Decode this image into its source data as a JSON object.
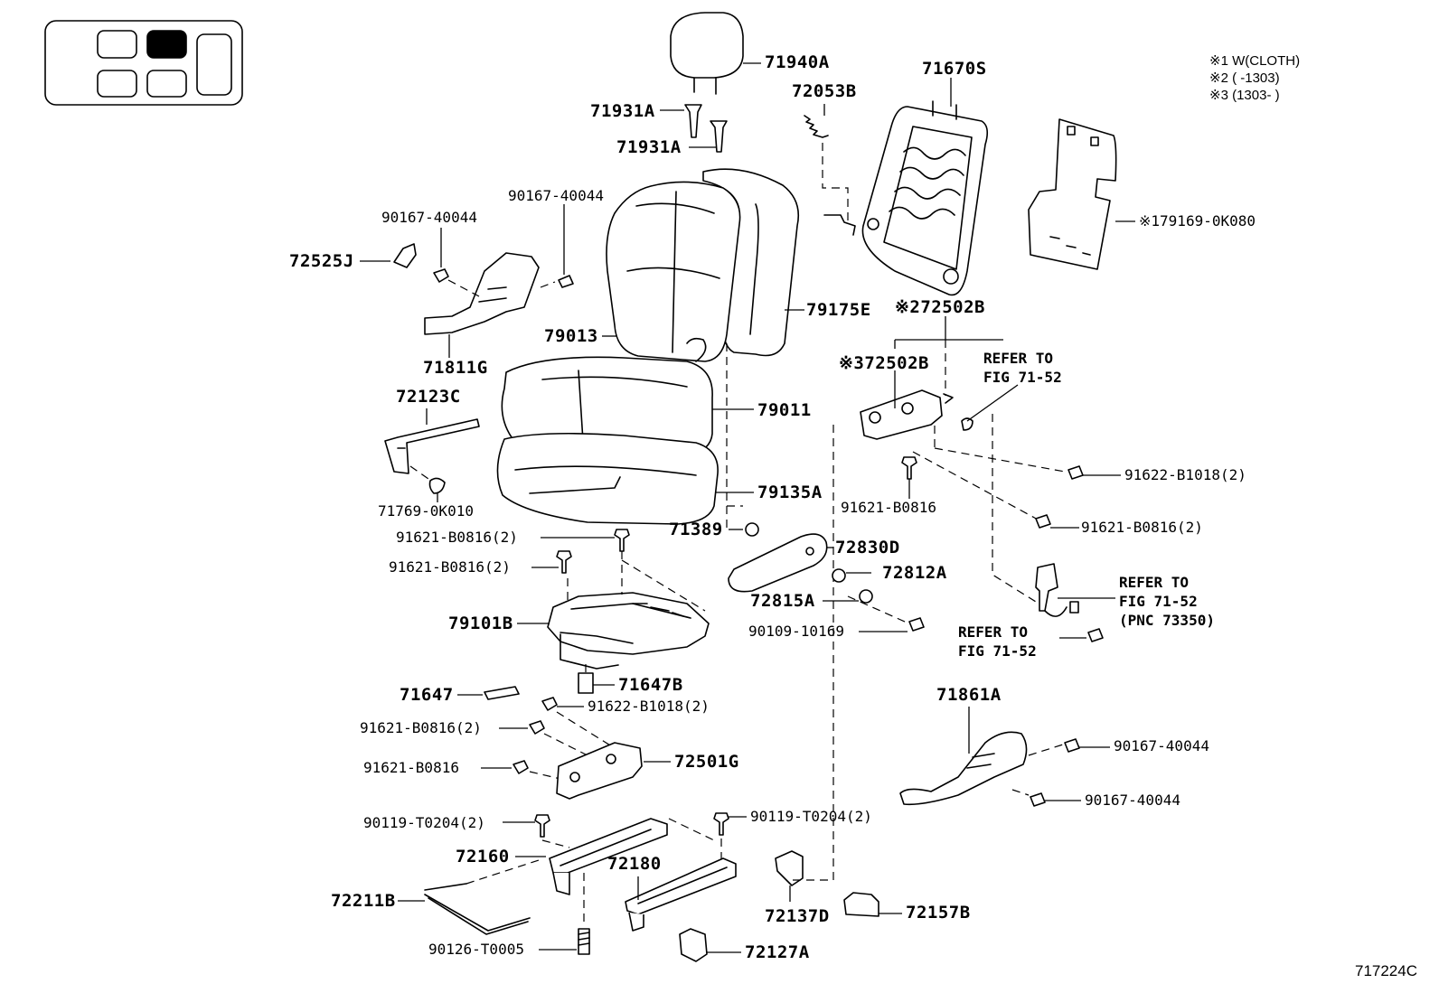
{
  "notes": [
    "※1 W(CLOTH)",
    "※2 (      -1303)",
    "※3 (1303-      )"
  ],
  "figure_code": "717224C",
  "refs": {
    "ref1": "REFER TO\nFIG 71-52",
    "ref2": "REFER TO\nFIG 71-52\n(PNC 73350)",
    "ref3": "REFER TO\nFIG 71-52"
  },
  "parts": {
    "p71940A": "71940A",
    "p72053B": "72053B",
    "p71670S": "71670S",
    "p71931A_1": "71931A",
    "p71931A_2": "71931A",
    "p90167_1": "90167-40044",
    "p90167_2": "90167-40044",
    "p72525J": "72525J",
    "p79175E": "79175E",
    "p79013": "79013",
    "p71811G": "71811G",
    "p179169": "※179169-0K080",
    "p72502B_2": "※272502B",
    "p72502B_3": "※372502B",
    "p72123C": "72123C",
    "p79011": "79011",
    "p91622_a": "91622-B1018(2)",
    "p91621_a": "91621-B0816",
    "p79135A": "79135A",
    "p71769": "71769-0K010",
    "p91621_b": "91621-B0816(2)",
    "p71389": "71389",
    "p72830D": "72830D",
    "p91621_c": "91621-B0816(2)",
    "p91621_d": "91621-B0816(2)",
    "p72812A": "72812A",
    "p72815A": "72815A",
    "p79101B": "79101B",
    "p90109": "90109-10169",
    "p71647B": "71647B",
    "p71647": "71647",
    "p91622_b": "91622-B1018(2)",
    "p71861A": "71861A",
    "p91621_e": "91621-B0816(2)",
    "p72501G": "72501G",
    "p90167_3": "90167-40044",
    "p91621_f": "91621-B0816",
    "p90167_4": "90167-40044",
    "p90119_1": "90119-T0204(2)",
    "p90119_2": "90119-T0204(2)",
    "p72160": "72160",
    "p72180": "72180",
    "p72211B": "72211B",
    "p72137D": "72137D",
    "p72157B": "72157B",
    "p90126": "90126-T0005",
    "p72127A": "72127A"
  }
}
